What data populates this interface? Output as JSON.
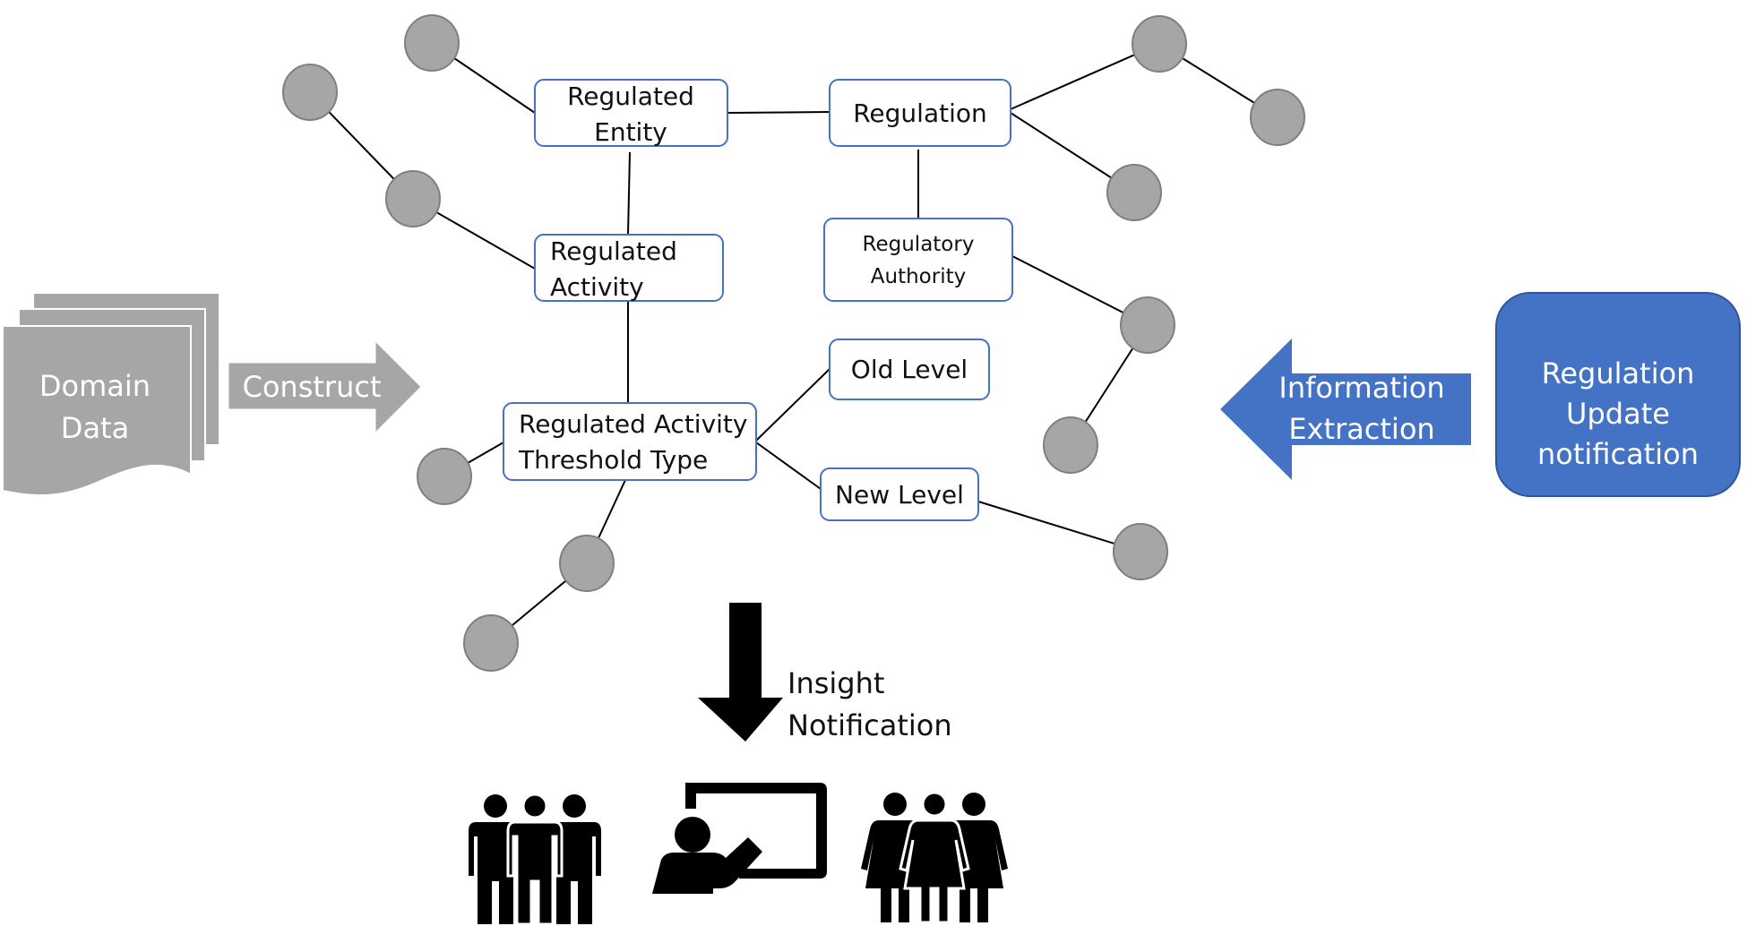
{
  "colors": {
    "node_border": "#4472c4",
    "circle_fill": "#a6a6a6",
    "circle_stroke": "#7f7f7f",
    "gray_shape": "#a6a6a6",
    "blue_shape": "#4472c4",
    "line": "#000000"
  },
  "nodes": {
    "regulated_entity": [
      "Regulated",
      "Entity"
    ],
    "regulation": [
      "Regulation"
    ],
    "regulated_activity": [
      "Regulated",
      "Activity"
    ],
    "regulatory_authority": [
      "Regulatory",
      "Authority"
    ],
    "threshold_type": [
      "Regulated Activity",
      "Threshold Type"
    ],
    "old_level": [
      "Old Level"
    ],
    "new_level": [
      "New Level"
    ]
  },
  "domain_data": [
    "Domain",
    "Data"
  ],
  "construct_label": "Construct",
  "information_extraction": [
    "Information",
    "Extraction"
  ],
  "regulation_update": [
    "Regulation",
    "Update",
    "notification"
  ],
  "insight_notification": [
    "Insight",
    "Notification"
  ],
  "icons": {
    "men_group": "group-of-men-icon",
    "presenter": "presenter-at-whiteboard-icon",
    "women_group": "group-of-women-icon"
  }
}
